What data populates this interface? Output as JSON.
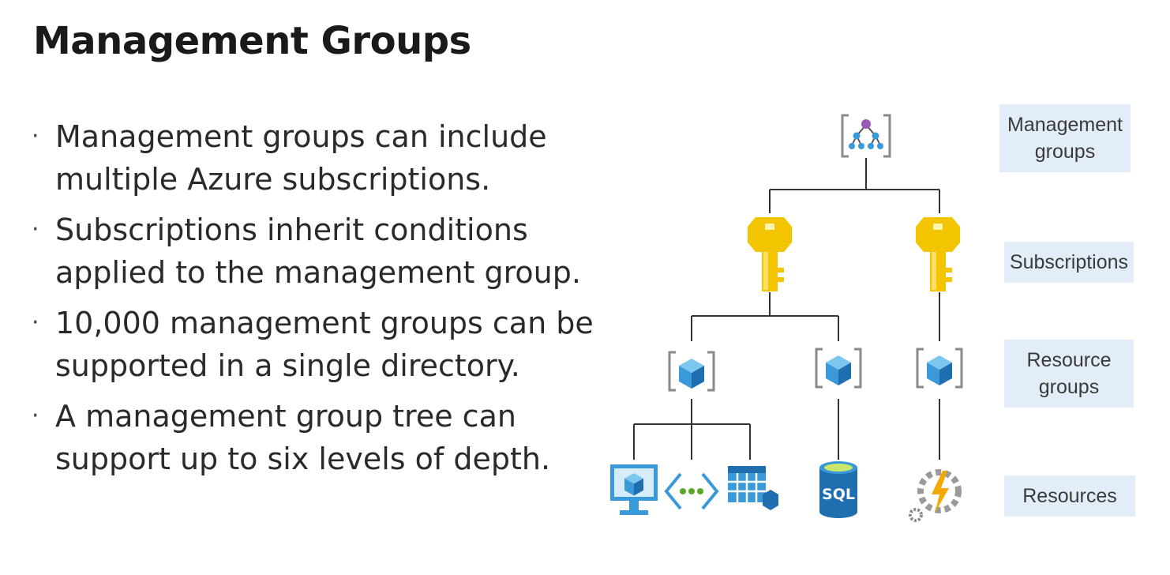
{
  "slide": {
    "title": "Management Groups",
    "bullets": [
      "Management groups can include multiple Azure subscriptions.",
      "Subscriptions inherit conditions applied to the management group.",
      "10,000 management groups can be supported in a single directory.",
      "A management group tree can support up to six levels of depth."
    ]
  },
  "diagram": {
    "tiers": [
      {
        "label": "Management groups"
      },
      {
        "label": "Subscriptions"
      },
      {
        "label": "Resource groups"
      },
      {
        "label": "Resources"
      }
    ],
    "icons": {
      "management_group": "management-group-icon",
      "subscription": "subscription-key-icon",
      "resource_group": "resource-group-icon",
      "virtual_machine": "virtual-machine-icon",
      "virtual_network": "virtual-network-icon",
      "storage_table": "storage-table-icon",
      "sql_database": "sql-database-icon",
      "function_app": "function-app-icon"
    },
    "sql_text": "SQL",
    "colors": {
      "key": "#f2c500",
      "cube": "#3a9ad9",
      "line": "#333333",
      "label_bg": "#e3edf7"
    }
  }
}
